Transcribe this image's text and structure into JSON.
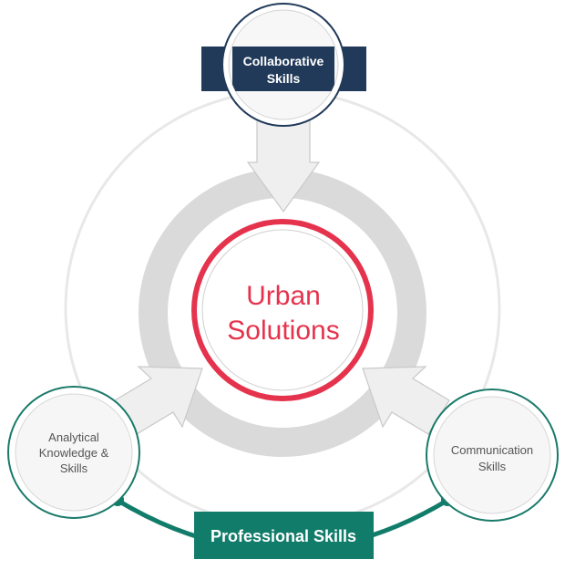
{
  "center": {
    "line1": "Urban",
    "line2": "Solutions"
  },
  "nodes": {
    "top": {
      "line1": "Collaborative",
      "line2": "Skills"
    },
    "left": {
      "line1": "Analytical",
      "line2": "Knowledge &",
      "line3": "Skills"
    },
    "right": {
      "line1": "Communication",
      "line2": "Skills"
    }
  },
  "banner": {
    "label": "Professional Skills"
  },
  "colors": {
    "navy": "#213a5a",
    "teal": "#127c6b",
    "red": "#e5334d",
    "gray_ring": "#dadada",
    "arrow_fill": "#efefef",
    "arrow_stroke": "#c9c9c9",
    "outer_ring": "#e8e8e8",
    "node_ring": "#1a7a6a"
  }
}
